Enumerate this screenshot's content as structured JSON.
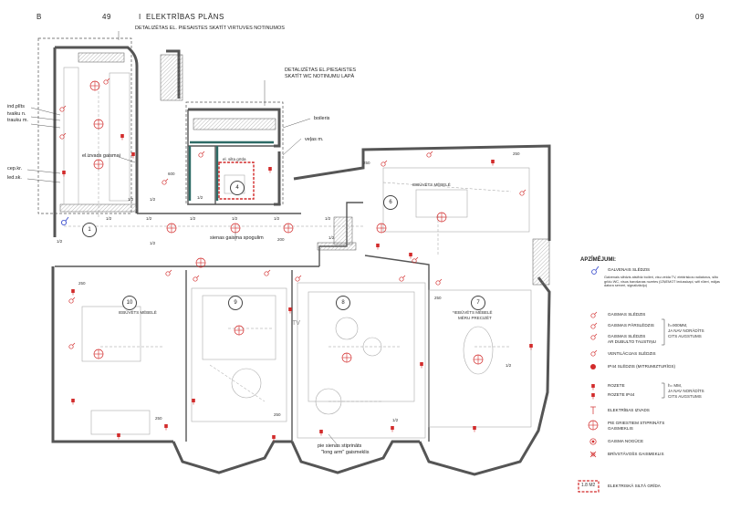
{
  "header": {
    "code": "B",
    "number": "49",
    "roman": "I",
    "title": "ELEKTRĪBAS  PLĀNS",
    "page": "09"
  },
  "notes": {
    "kitchen": "DETALIZĒTAS EL. PIESAISTES SKATĪT VIRTUVES NOTINUMOS",
    "wc_line1": "DETALIZĒTAS EL.PIESAISTES",
    "wc_line2": "SKATĪT WC NOTINUMU LAPĀ",
    "boiler": "boileris",
    "vejas": "veļas m.",
    "ind_plits": "ind.plīts",
    "tvaiku_line1": "tvaiku n.",
    "tvaiku_line2": "trauku m.",
    "cep_kr": "cep.kr.",
    "led_sk": "led.sk.",
    "el_izvads": "el.izvads gaismai",
    "el_silta": "el. silta grīda",
    "iebuvets_6": "IEBŪVĒTS MĒBELĒ",
    "iebuvets_10": "IEBŪVĒTS MĒBELĒ",
    "iebuvets_7_line1": "*IEBŪVĒTS MĒBELĒ",
    "iebuvets_7_line2": "MĒRU PRECIZĒT",
    "sienas_gaisma": "sienas gaisma spogulim",
    "pie_sienas_line1": "pie sienas stiprināts",
    "pie_sienas_line2": "\"long arm\" gaismeklis",
    "tv": "TV"
  },
  "rooms": [
    "1",
    "4",
    "6",
    "7",
    "8",
    "9",
    "10"
  ],
  "dimensions": [
    "1/2",
    "1/2",
    "1/2",
    "1/2",
    "1/2",
    "1/2",
    "1/2",
    "1/2",
    "1/2",
    "1/2",
    "1/2",
    "1/2",
    "250",
    "250",
    "250",
    "250",
    "250",
    "200",
    "250",
    "600",
    "1/2",
    "1/2"
  ],
  "legend": {
    "title": "APZĪMĒJUMI:",
    "items": [
      {
        "label": "GALVENAIS SLĒDZIS",
        "icon": "main-switch-icon"
      },
      {
        "label": "GAISMAS SLĒDZIS",
        "icon": "light-switch-icon"
      },
      {
        "label": "GAISMAS PĀRSLĒDZIS",
        "icon": "changeover-switch-icon"
      },
      {
        "label": "GAISMAS SLĒDZIS",
        "icon": "dimmer-switch-icon"
      },
      {
        "label": "AR DUBULTO TAUSTIŅU",
        "icon": ""
      },
      {
        "label": "VENTILĀCIJAS SLĒDZIS",
        "icon": "ventilation-switch-icon"
      },
      {
        "label": "IP44 SLĒDZIS (MITRUMIZTURĪGS)",
        "icon": "ip44-switch-icon"
      },
      {
        "label": "ROZETE",
        "icon": "socket-icon"
      },
      {
        "label": "ROZETE  IP44",
        "icon": "socket-ip44-icon"
      },
      {
        "label": "ELEKTRĪBAS  IZVADS",
        "icon": "outlet-icon"
      },
      {
        "label": "PIE GRIESTIEM STIPRINĀTS",
        "icon": "ceiling-light-icon"
      },
      {
        "label": "GAISMEKLIS",
        "icon": ""
      },
      {
        "label": "GAISMA NOGŪCE",
        "icon": "pendant-icon"
      },
      {
        "label": "BRĪVSTĀVOŠS GAISMEKLIS",
        "icon": "floor-lamp-icon"
      },
      {
        "label": "ELEKTRISKĀ SILTĀ GRĪDA",
        "icon": "heated-floor-icon"
      }
    ],
    "main_switch_desc": "Galvenais slēdzis atslēdz boileri, visu veida TV, elektriskos radiatorus, silto grīdu WC, visus barošanas rozetes (IZŅEMOT ledusskapi, wifi rūteri, mājas datora serveri, signalizāciju)",
    "height_note_1_line1": "h=900MM,",
    "height_note_1_line2": "JA NAV NORĀDĪTS",
    "height_note_1_line3": "CITS AUGSTUMS",
    "height_note_2_line1": "h=    MM,",
    "height_note_2_line2": "JA NAV NORĀDĪTS",
    "height_note_2_line3": "CITS AUGSTUMS",
    "heated_floor_badge": "1.8 M2"
  },
  "colors": {
    "wall": "#555555",
    "accent": "#d22b2b",
    "teal": "#2d6b66",
    "blue": "#2a3fc9"
  }
}
